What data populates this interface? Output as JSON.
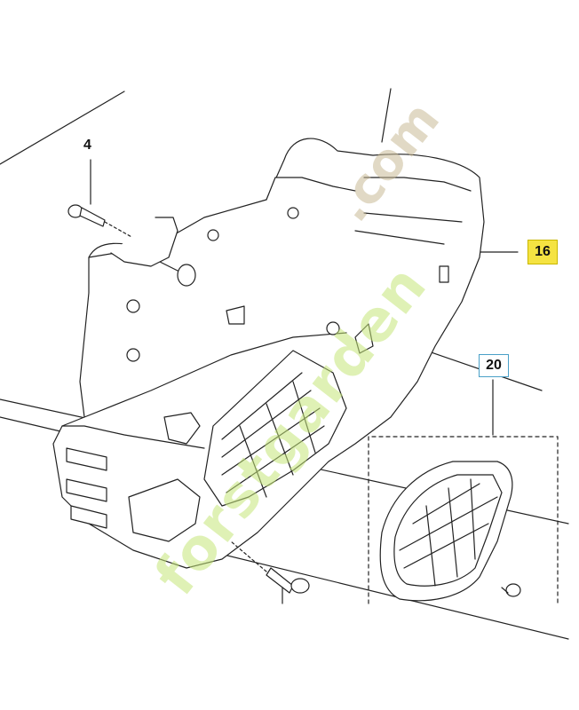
{
  "callouts": {
    "screw_small": "4",
    "cover": "16",
    "filter_kit": "20"
  },
  "watermark": {
    "brand": "forstgarden",
    "domain": ".com"
  },
  "colors": {
    "highlight": "#f5e342",
    "frame": "#4aa0c8",
    "watermark_green": "#c4e678",
    "watermark_tan": "#c8b996"
  }
}
